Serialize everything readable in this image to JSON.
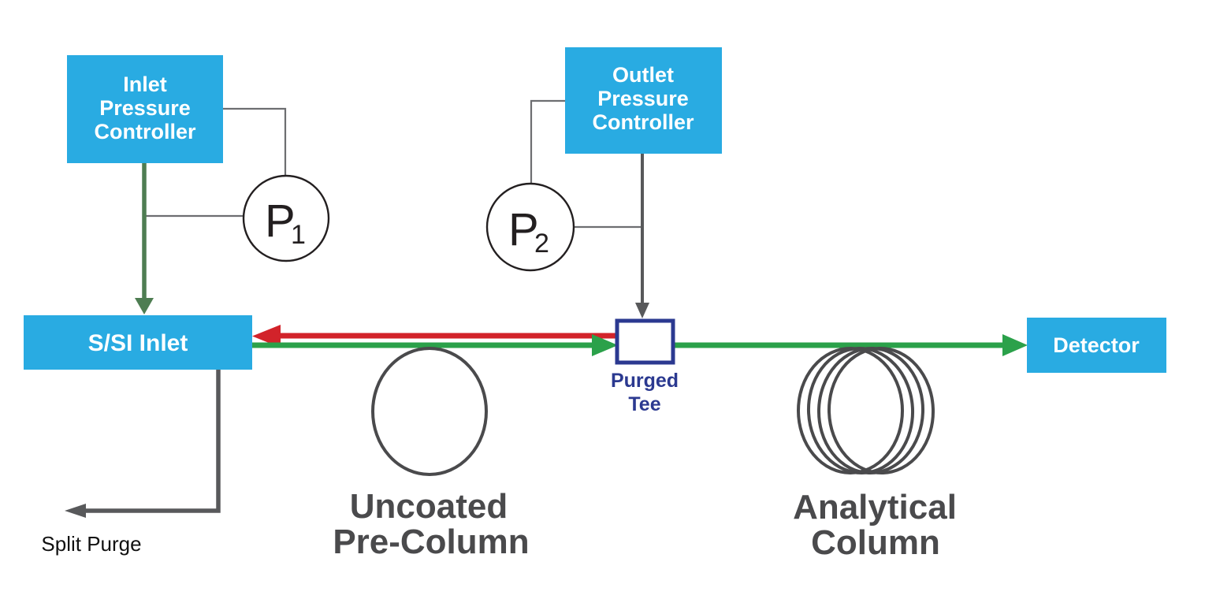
{
  "colors": {
    "box_blue": "#29ABE2",
    "dark_blue": "#2B3990",
    "flow_red": "#D2232A",
    "flow_green": "#2BA14A",
    "supply_green": "#4E7D52",
    "line_gray": "#58595B",
    "connector_gray": "#6D6E71",
    "label_gray": "#4A4A4C",
    "text_black": "#111111",
    "text_white": "#FFFFFF"
  },
  "nodes": {
    "inlet_pressure_controller": {
      "lines": [
        "Inlet",
        "Pressure",
        "Controller"
      ]
    },
    "outlet_pressure_controller": {
      "lines": [
        "Outlet",
        "Pressure",
        "Controller"
      ]
    },
    "gauge_p1": {
      "letter": "P",
      "subscript": "1"
    },
    "gauge_p2": {
      "letter": "P",
      "subscript": "2"
    },
    "ssi_inlet": {
      "label": "S/SI Inlet"
    },
    "purged_tee": {
      "lines": [
        "Purged",
        "Tee"
      ]
    },
    "detector": {
      "label": "Detector"
    }
  },
  "labels": {
    "split_purge": "Split Purge",
    "uncoated_precolumn": {
      "lines": [
        "Uncoated",
        "Pre-Column"
      ]
    },
    "analytical_column": {
      "lines": [
        "Analytical",
        "Column"
      ]
    }
  }
}
